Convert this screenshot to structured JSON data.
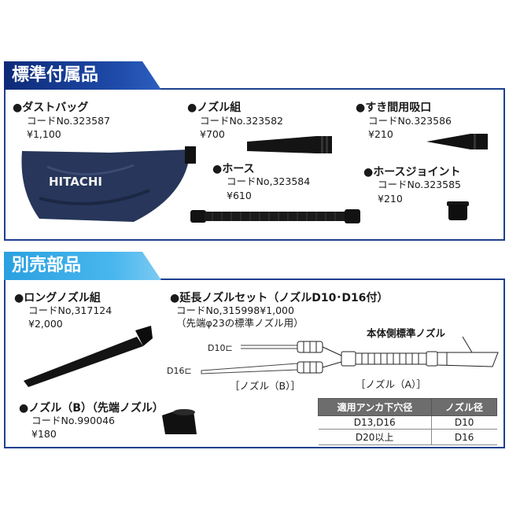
{
  "section1": {
    "title": "標準付属品",
    "items": {
      "dustbag": {
        "name": "●ダストバッグ",
        "code": "コードNo.323587",
        "price": "¥1,100",
        "logo_text": "HITACHI"
      },
      "nozzle_set": {
        "name": "●ノズル組",
        "code": "コードNo.323582",
        "price": "¥700"
      },
      "gap_nozzle": {
        "name": "●すき間用吸口",
        "code": "コードNo.323586",
        "price": "¥210"
      },
      "hose": {
        "name": "●ホース",
        "code": "コードNo,323584",
        "price": "¥610"
      },
      "hose_joint": {
        "name": "●ホースジョイント",
        "code": "コードNo.323585",
        "price": "¥210"
      }
    }
  },
  "section2": {
    "title": "別売部品",
    "items": {
      "long_nozzle": {
        "name": "●ロングノズル組",
        "code": "コードNo,317124",
        "price": "¥2,000"
      },
      "tip_nozzle": {
        "name": "●ノズル（B）（先端ノズル）",
        "code": "コードNo.990046",
        "price": "¥180"
      },
      "ext_set": {
        "name": "●延長ノズルセット（ノズルD10･D16付）",
        "code": "コードNo,315998¥1,000",
        "note": "（先端φ23の標準ノズル用）"
      }
    },
    "diagram": {
      "label_d10": "D10",
      "label_d16": "D16",
      "label_nozzle_b": "［ノズル（B）］",
      "label_nozzle_a": "［ノズル（A）］",
      "label_main": "本体側標準ノズル"
    },
    "table": {
      "headers": [
        "適用アンカ下穴径",
        "ノズル径"
      ],
      "rows": [
        [
          "D13,D16",
          "D10"
        ],
        [
          "D20以上",
          "D16"
        ]
      ]
    }
  },
  "colors": {
    "panel_border": "#1d3f8f",
    "header1": "#0d2a78",
    "header2": "#2aa0e0"
  }
}
